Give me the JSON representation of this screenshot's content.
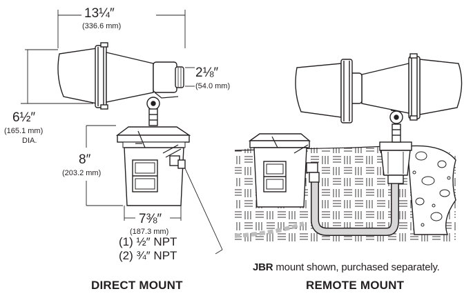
{
  "direct": {
    "width_dim": "13¼″",
    "width_mm": "(336.6 mm)",
    "neck_dim": "2⅛″",
    "neck_mm": "(54.0 mm)",
    "dia_dim": "6½″",
    "dia_mm": "(165.1 mm)",
    "dia_label": "DIA.",
    "height_dim": "8″",
    "height_mm": "(203.2 mm)",
    "box_dim": "7⅜″",
    "box_mm": "(187.3 mm)",
    "npt_1": "(1) ½″ NPT",
    "npt_2": "(2) ¾″ NPT",
    "title": "DIRECT MOUNT"
  },
  "remote": {
    "caption_bold": "JBR",
    "caption_rest": " mount shown, purchased separately.",
    "title": "REMOTE MOUNT"
  }
}
